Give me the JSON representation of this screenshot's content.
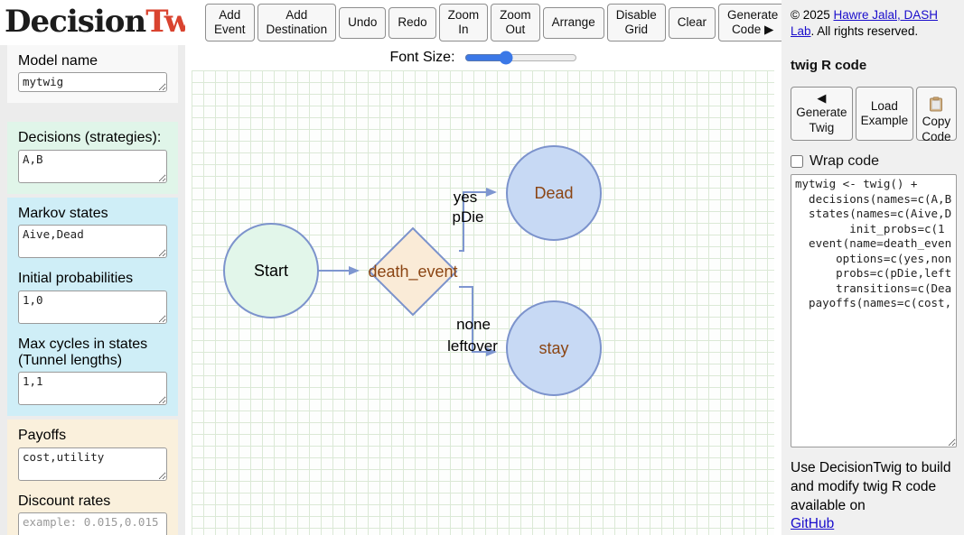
{
  "logo": {
    "decision": "Decision",
    "twig": "Twig"
  },
  "toolbar": {
    "buttons": [
      "Add\nEvent",
      "Add\nDestination",
      "Undo",
      "Redo",
      "Zoom\nIn",
      "Zoom\nOut",
      "Arrange",
      "Disable\nGrid",
      "Clear",
      "Generate\nCode ▶"
    ]
  },
  "sidebar": {
    "model_name": {
      "label": "Model name",
      "value": "mytwig"
    },
    "decisions": {
      "label": "Decisions (strategies):",
      "value": "A,B"
    },
    "markov_states": {
      "label": "Markov states",
      "value": "Aive,Dead"
    },
    "initial_probs": {
      "label": "Initial probabilities",
      "value": "1,0"
    },
    "max_cycles": {
      "label": "Max cycles in states (Tunnel lengths)",
      "value": "1,1"
    },
    "payoffs": {
      "label": "Payoffs",
      "value": "cost,utility"
    },
    "discount_rates": {
      "label": "Discount rates",
      "value": "",
      "placeholder": "example: 0.015,0.015"
    }
  },
  "canvas": {
    "font_size_label": "Font Size:",
    "slider": {
      "value": "35"
    },
    "diagram": {
      "nodes": {
        "start": {
          "label": "Start",
          "type": "circle"
        },
        "event": {
          "label": "death_event",
          "type": "diamond"
        },
        "dead": {
          "label": "Dead",
          "type": "circle"
        },
        "stay": {
          "label": "stay",
          "type": "circle"
        }
      },
      "edge_labels": {
        "dead_option": "yes",
        "dead_prob": "pDie",
        "stay_option": "none",
        "stay_prob": "leftover"
      }
    }
  },
  "right_panel": {
    "copyright": {
      "prefix": "© 2025 ",
      "link": "Hawre Jalal, DASH Lab",
      "suffix": ". All rights reserved."
    },
    "heading": "twig R code",
    "buttons": {
      "generate_twig_icon": "◀",
      "generate_twig": "Generate\nTwig",
      "load_example": "Load\nExample",
      "copy_code": "Copy\nCode",
      "copy_code_icon": "clipboard-icon"
    },
    "wrap_code_label": "Wrap code",
    "code": "mytwig <- twig() +\n  decisions(names=c(A,B\n  states(names=c(Aive,D\n        init_probs=c(1\n  event(name=death_even\n      options=c(yes,non\n      probs=c(pDie,left\n      transitions=c(Dea\n  payoffs(names=c(cost,",
    "footer": {
      "text": "Use DecisionTwig to build and modify twig R code available on ",
      "link": "GitHub"
    }
  },
  "colors": {
    "logo_accent": "#d9432f",
    "link_blue": "#1a0dcc",
    "node_border": "#7c93cc",
    "start_fill": "#e2f6ea",
    "state_fill": "#c7d9f4",
    "decision_fill": "#faebd7",
    "node_text_brown": "#8b4513",
    "slider_accent": "#3b78e7",
    "section_green": "#e0f5e9",
    "section_blue": "#cfeef7",
    "section_orange": "#faf0dc",
    "grid_line": "#dbe9d6"
  }
}
